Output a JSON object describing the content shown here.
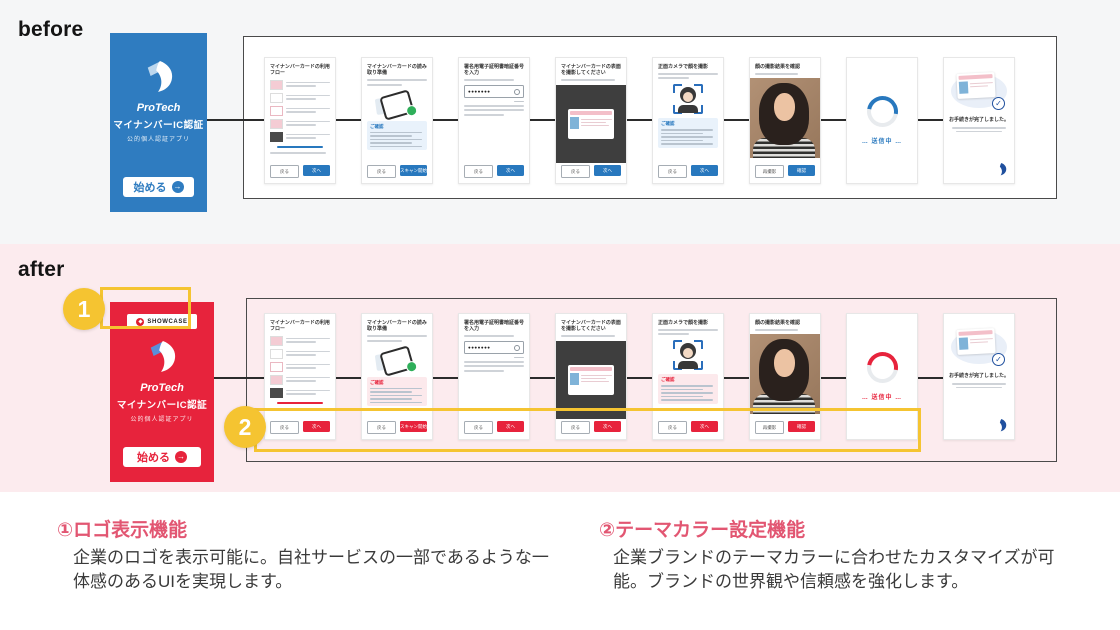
{
  "labels": {
    "before": "before",
    "after": "after"
  },
  "phone": {
    "logo_badge": "SHOWCASE",
    "brand": "ProTech",
    "app_title": "マイナンバーIC認証",
    "app_subtitle": "公的個人認証アプリ",
    "start_label": "始める"
  },
  "callouts": {
    "one": "1",
    "two": "2"
  },
  "screens": [
    {
      "type": "flow",
      "title": "マイナンバーカードの利用フロー",
      "buttons": [
        "戻る",
        "次へ"
      ]
    },
    {
      "type": "scan-prep",
      "title": "マイナンバーカードの読み取り準備",
      "info_label": "ご確認",
      "buttons": [
        "戻る",
        "スキャン開始"
      ]
    },
    {
      "type": "pin",
      "title": "署名用電子証明書暗証番号を入力",
      "pin_dots": "●●●●●●●",
      "buttons": [
        "戻る",
        "次へ"
      ]
    },
    {
      "type": "card-photo",
      "title": "マイナンバーカードの表面を撮影してください",
      "buttons": [
        "戻る",
        "次へ"
      ]
    },
    {
      "type": "face-photo",
      "title": "正面カメラで顔を撮影",
      "info_label": "ご確認",
      "buttons": [
        "戻る",
        "次へ"
      ]
    },
    {
      "type": "face-review",
      "title": "顔の撮影結果を確認",
      "buttons": [
        "再撮影",
        "確認"
      ]
    },
    {
      "type": "sending",
      "sending_text": "… 送信中 …"
    },
    {
      "type": "complete",
      "complete_text": "お手続きが完了しました。"
    }
  ],
  "features": [
    {
      "heading": "①ロゴ表示機能",
      "description": "企業のロゴを表示可能に。自社サービスの一部であるような一体感のあるUIを実現します。"
    },
    {
      "heading": "②テーマカラー設定機能",
      "description": "企業ブランドのテーマカラーに合わせたカスタマイズが可能。ブランドの世界観や信頼感を強化します。"
    }
  ],
  "colors": {
    "before_accent": "#2f7cc0",
    "after_accent": "#e7233c",
    "after_background": "#fcebee",
    "highlight": "#f5c431",
    "feature_heading": "#e25672",
    "complete_navy": "#20509e"
  }
}
